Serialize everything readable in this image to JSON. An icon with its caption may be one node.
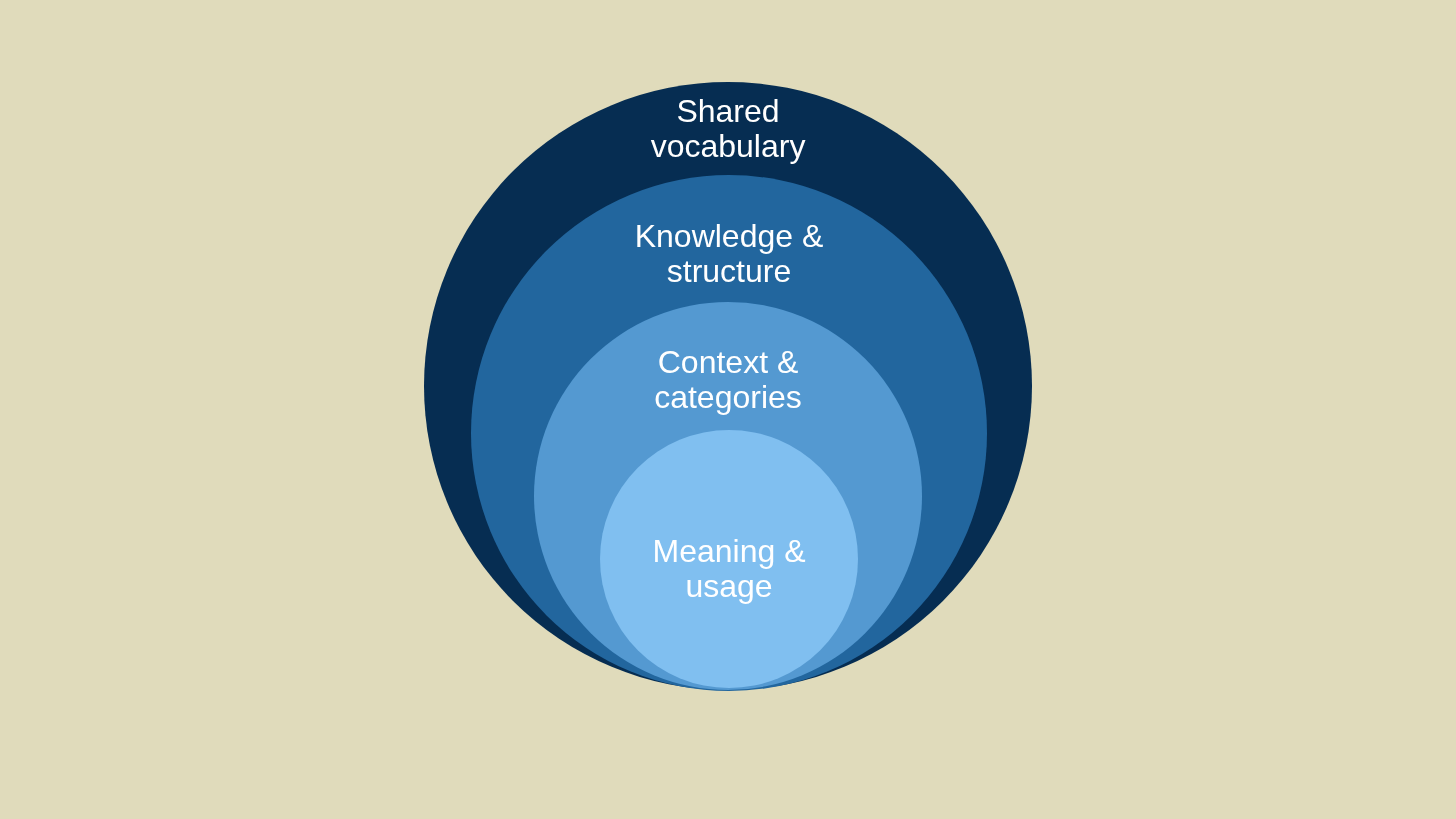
{
  "diagram": {
    "nodes": [
      {
        "text": [
          "Shared vocabulary"
        ]
      },
      {
        "text": [
          "Knowledge & structure"
        ],
        "in": 0
      },
      {
        "text": [
          "Context & categories"
        ],
        "in": 1
      },
      {
        "text": [
          "Meaning & usage"
        ],
        "in": 2
      }
    ]
  }
}
